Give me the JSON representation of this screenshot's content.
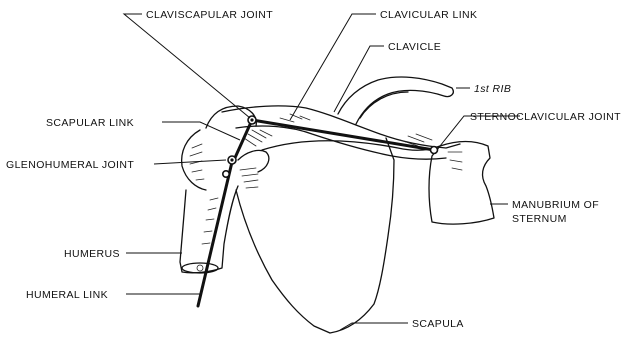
{
  "labels": {
    "claviscapular_joint": "CLAVISCAPULAR JOINT",
    "clavicular_link": "CLAVICULAR LINK",
    "clavicle": "CLAVICLE",
    "first_rib": "1st RIB",
    "scapular_link": "SCAPULAR LINK",
    "sternoclavicular_joint": "STERNOCLAVICULAR JOINT",
    "glenohumeral_joint": "GLENOHUMERAL JOINT",
    "manubrium_line1": "MANUBRIUM OF",
    "manubrium_line2": "STERNUM",
    "humerus": "HUMERUS",
    "humeral_link": "HUMERAL LINK",
    "scapula": "SCAPULA"
  }
}
